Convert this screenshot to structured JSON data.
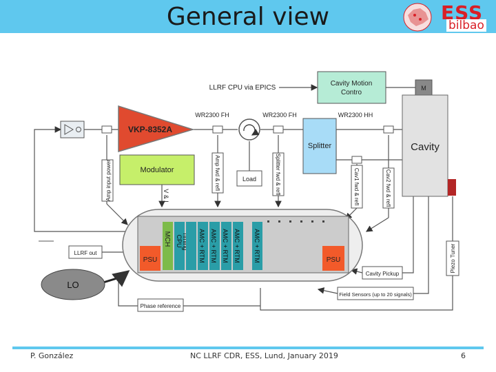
{
  "header": {
    "title": "General view"
  },
  "logo": {
    "ess": "ESS",
    "bilbao": "bilbao"
  },
  "diagram": {
    "epics_label": "LLRF CPU via EPICS",
    "cavity_motion": [
      "Cavity Motion",
      "Contro"
    ],
    "motor": "M",
    "vkp": "VKP-8352A",
    "modulator": "Modulator",
    "splitter": "Splitter",
    "cavity": "Cavity",
    "load": "Load",
    "wr_fh_1": "WR2300 FH",
    "wr_fh_2": "WR2300 FH",
    "wr_hh": "WR2300 HH",
    "amp_input_power": "Amp input power",
    "amp_fwd_refl": "Amp fwd & refl",
    "splitter_fwd_refl": "Splitter fwd & refl",
    "cav1_fwd_refl": "Cav1 fwd & refl",
    "cav2_fwd_refl": "Cav2 fwd & refl",
    "v_i": "V & I",
    "psu_left": "PSU",
    "psu_right": "PSU",
    "mch": "MCH",
    "cpu_timing": [
      "CPU",
      "Timing"
    ],
    "amc_rtm": [
      "AMC + RTM",
      "AMC + RTM",
      "AMC + RTM",
      "AMC + RTM",
      "AMC + RTM"
    ],
    "llrf_out": "LLRF out",
    "lo": "LO",
    "phase_reference": "Phase reference",
    "cavity_pickup": "Cavity Pickup",
    "field_sensors": "Field Sensors (up to 20 signals)",
    "piezo_tuner": "Piezo Tuner"
  },
  "colors": {
    "title_bar": "#5fc8ee",
    "cavity_motion": "#b6ecd6",
    "vkp": "#e04a2f",
    "modulator": "#c6ef6a",
    "splitter": "#a8dcf7",
    "psu": "#f25a2a",
    "mch": "#7dbb4a",
    "amc": "#2a9da7"
  },
  "footer": {
    "author": "P. González",
    "event": "NC LLRF CDR, ESS, Lund, January 2019",
    "page": "6"
  }
}
